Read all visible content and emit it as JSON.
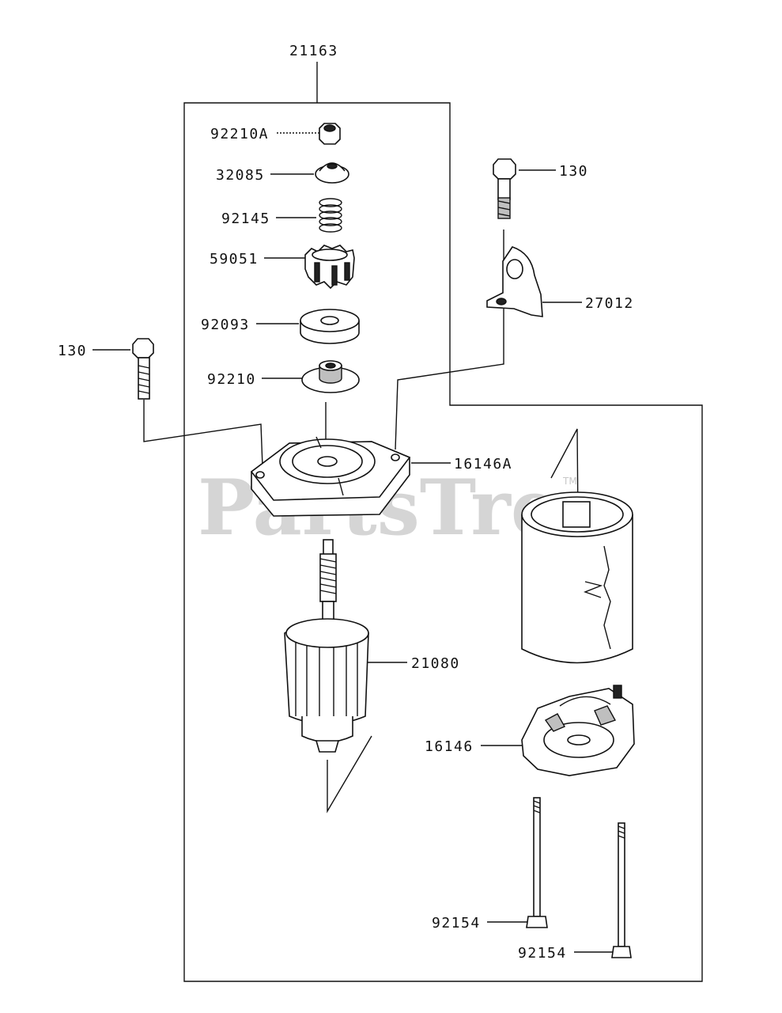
{
  "watermark": {
    "text": "PartsTree",
    "tm": "TM"
  },
  "labels": {
    "p21163": "21163",
    "p92210A": "92210A",
    "p32085": "32085",
    "p92145": "92145",
    "p59051": "59051",
    "p92093": "92093",
    "p92210": "92210",
    "p130_top": "130",
    "p27012": "27012",
    "p130_left": "130",
    "p16146A": "16146A",
    "p21080": "21080",
    "p16146": "16146",
    "p92154_a": "92154",
    "p92154_b": "92154"
  },
  "colors": {
    "line": "#111111",
    "watermark": "#c8c8c8",
    "background": "#ffffff"
  }
}
